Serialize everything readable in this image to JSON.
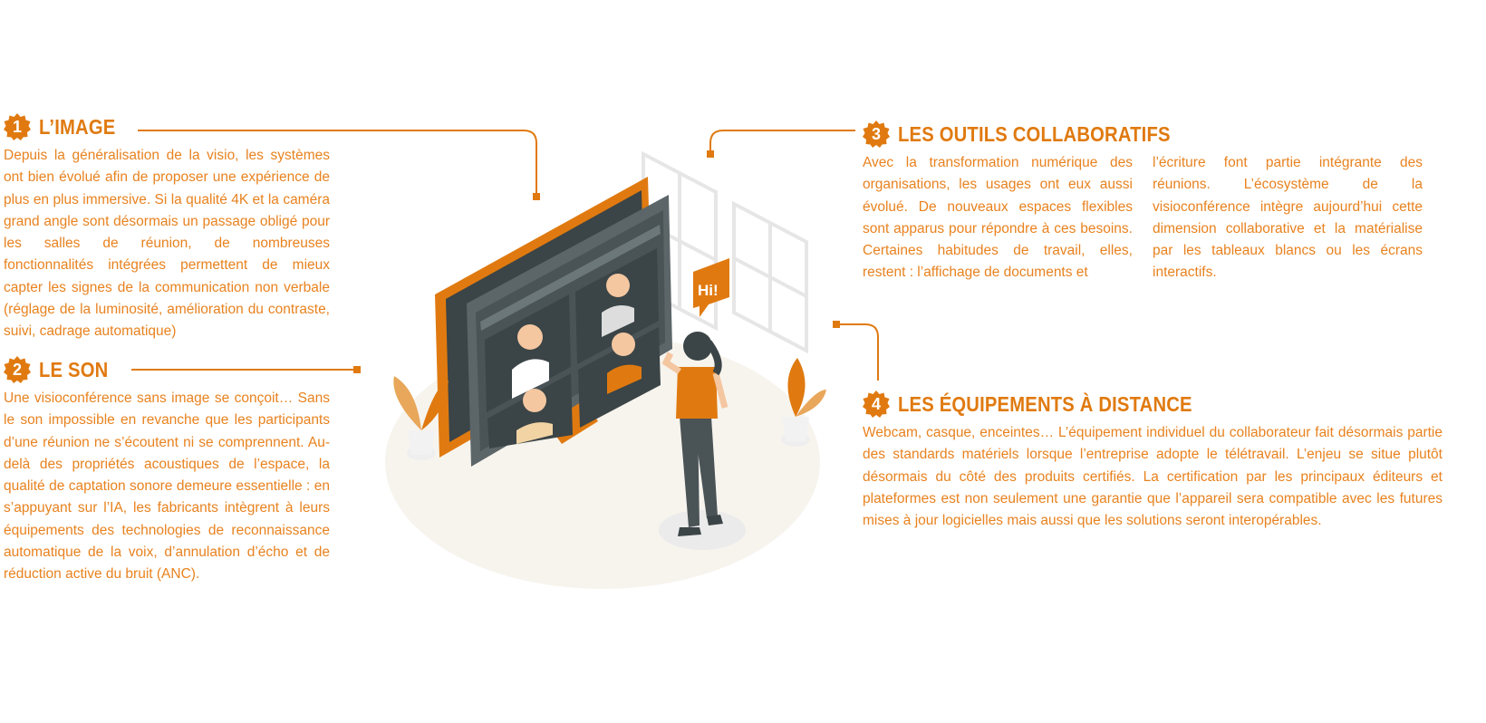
{
  "sections": [
    {
      "number": "1",
      "title": "L’IMAGE",
      "text": "Depuis la généralisation de la visio, les systèmes ont bien évolué afin de proposer une expérience de plus en plus immersive. Si la qualité 4K et la caméra grand angle sont désormais un passage obligé pour les salles de réunion, de nombreuses fonctionnalités intégrées permettent de mieux capter les signes de la communication non verbale (réglage de la luminosité, amélioration du contraste, suivi, cadrage automatique)"
    },
    {
      "number": "2",
      "title": "LE SON",
      "text": "Une visioconférence sans image se conçoit… Sans le son impossible en revanche que les participants d’une réunion ne s’écoutent ni se comprennent. Au-delà des propriétés acoustiques de l’espace, la qualité de captation sonore demeure essentielle : en s’appuyant sur l’IA, les fabricants intègrent à leurs équipements des technologies de reconnaissance automatique de la voix, d’annulation d’écho et de réduction active du bruit (ANC)."
    },
    {
      "number": "3",
      "title": "LES OUTILS COLLABORATIFS",
      "text_col1": "Avec la transformation numérique des organisations, les usages ont eux aussi évolué. De nouveaux espaces flexibles sont apparus pour répondre à ces besoins. Certaines habitudes de travail, elles, restent : l’affichage de documents et",
      "text_col2": "l’écriture font partie intégrante des réunions. L’écosystème de la visioconférence intègre aujourd’hui cette dimension collaborative et la matérialise par les tableaux blancs ou les écrans interactifs."
    },
    {
      "number": "4",
      "title": "LES ÉQUIPEMENTS À DISTANCE",
      "text": "Webcam, casque, enceintes… L’équipement individuel du collaborateur fait désormais partie des standards matériels lorsque l’entreprise adopte le télétravail. L’enjeu se situe plutôt désormais du côté des produits certifiés. La certification par les principaux éditeurs et plateformes est non seulement une garantie que l’appareil sera compatible avec les futures mises à jour logicielles mais aussi que les solutions seront interopérables."
    }
  ],
  "illustration": {
    "speech_bubble": "Hi!"
  },
  "colors": {
    "accent": "#e07a10",
    "text": "#e8821f",
    "dark": "#3b4446",
    "screen": "#4f5a5d"
  }
}
